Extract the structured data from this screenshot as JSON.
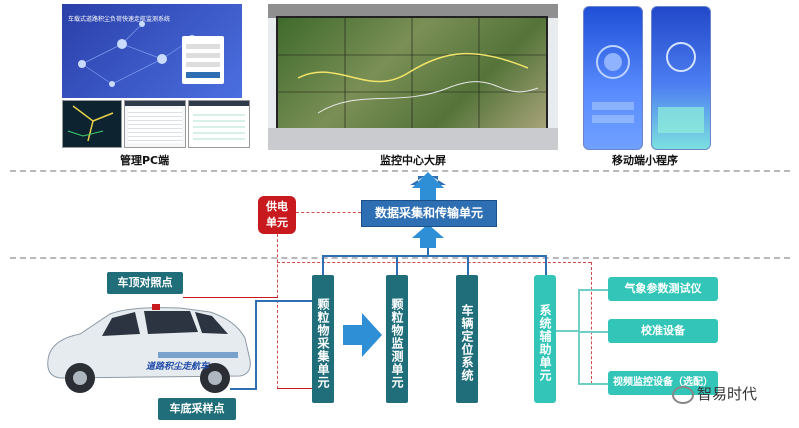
{
  "top": {
    "pc_caption": "管理PC端",
    "screen_caption": "监控中心大屏",
    "mobile_caption": "移动端小程序",
    "pc_title": "车载式道路积尘负荷快速走航监测系统"
  },
  "center": {
    "data_unit": "数据采集和传输单元",
    "power_unit": "供电\n单元"
  },
  "units": [
    "颗粒物采集单元",
    "颗粒物监测单元",
    "车辆定位系统",
    "系统辅助单元"
  ],
  "aux_devices": [
    "气象参数测试仪",
    "校准设备",
    "视频监控设备（选配）"
  ],
  "car": {
    "roof_point": "车顶对照点",
    "bottom_point": "车底采样点",
    "car_text": "道路积尘走航车"
  },
  "watermark": "智易时代",
  "colors": {
    "teal": "#1f6e7a",
    "blue": "#2e6fb3",
    "mint": "#33c6b8",
    "red": "#c8191e"
  }
}
